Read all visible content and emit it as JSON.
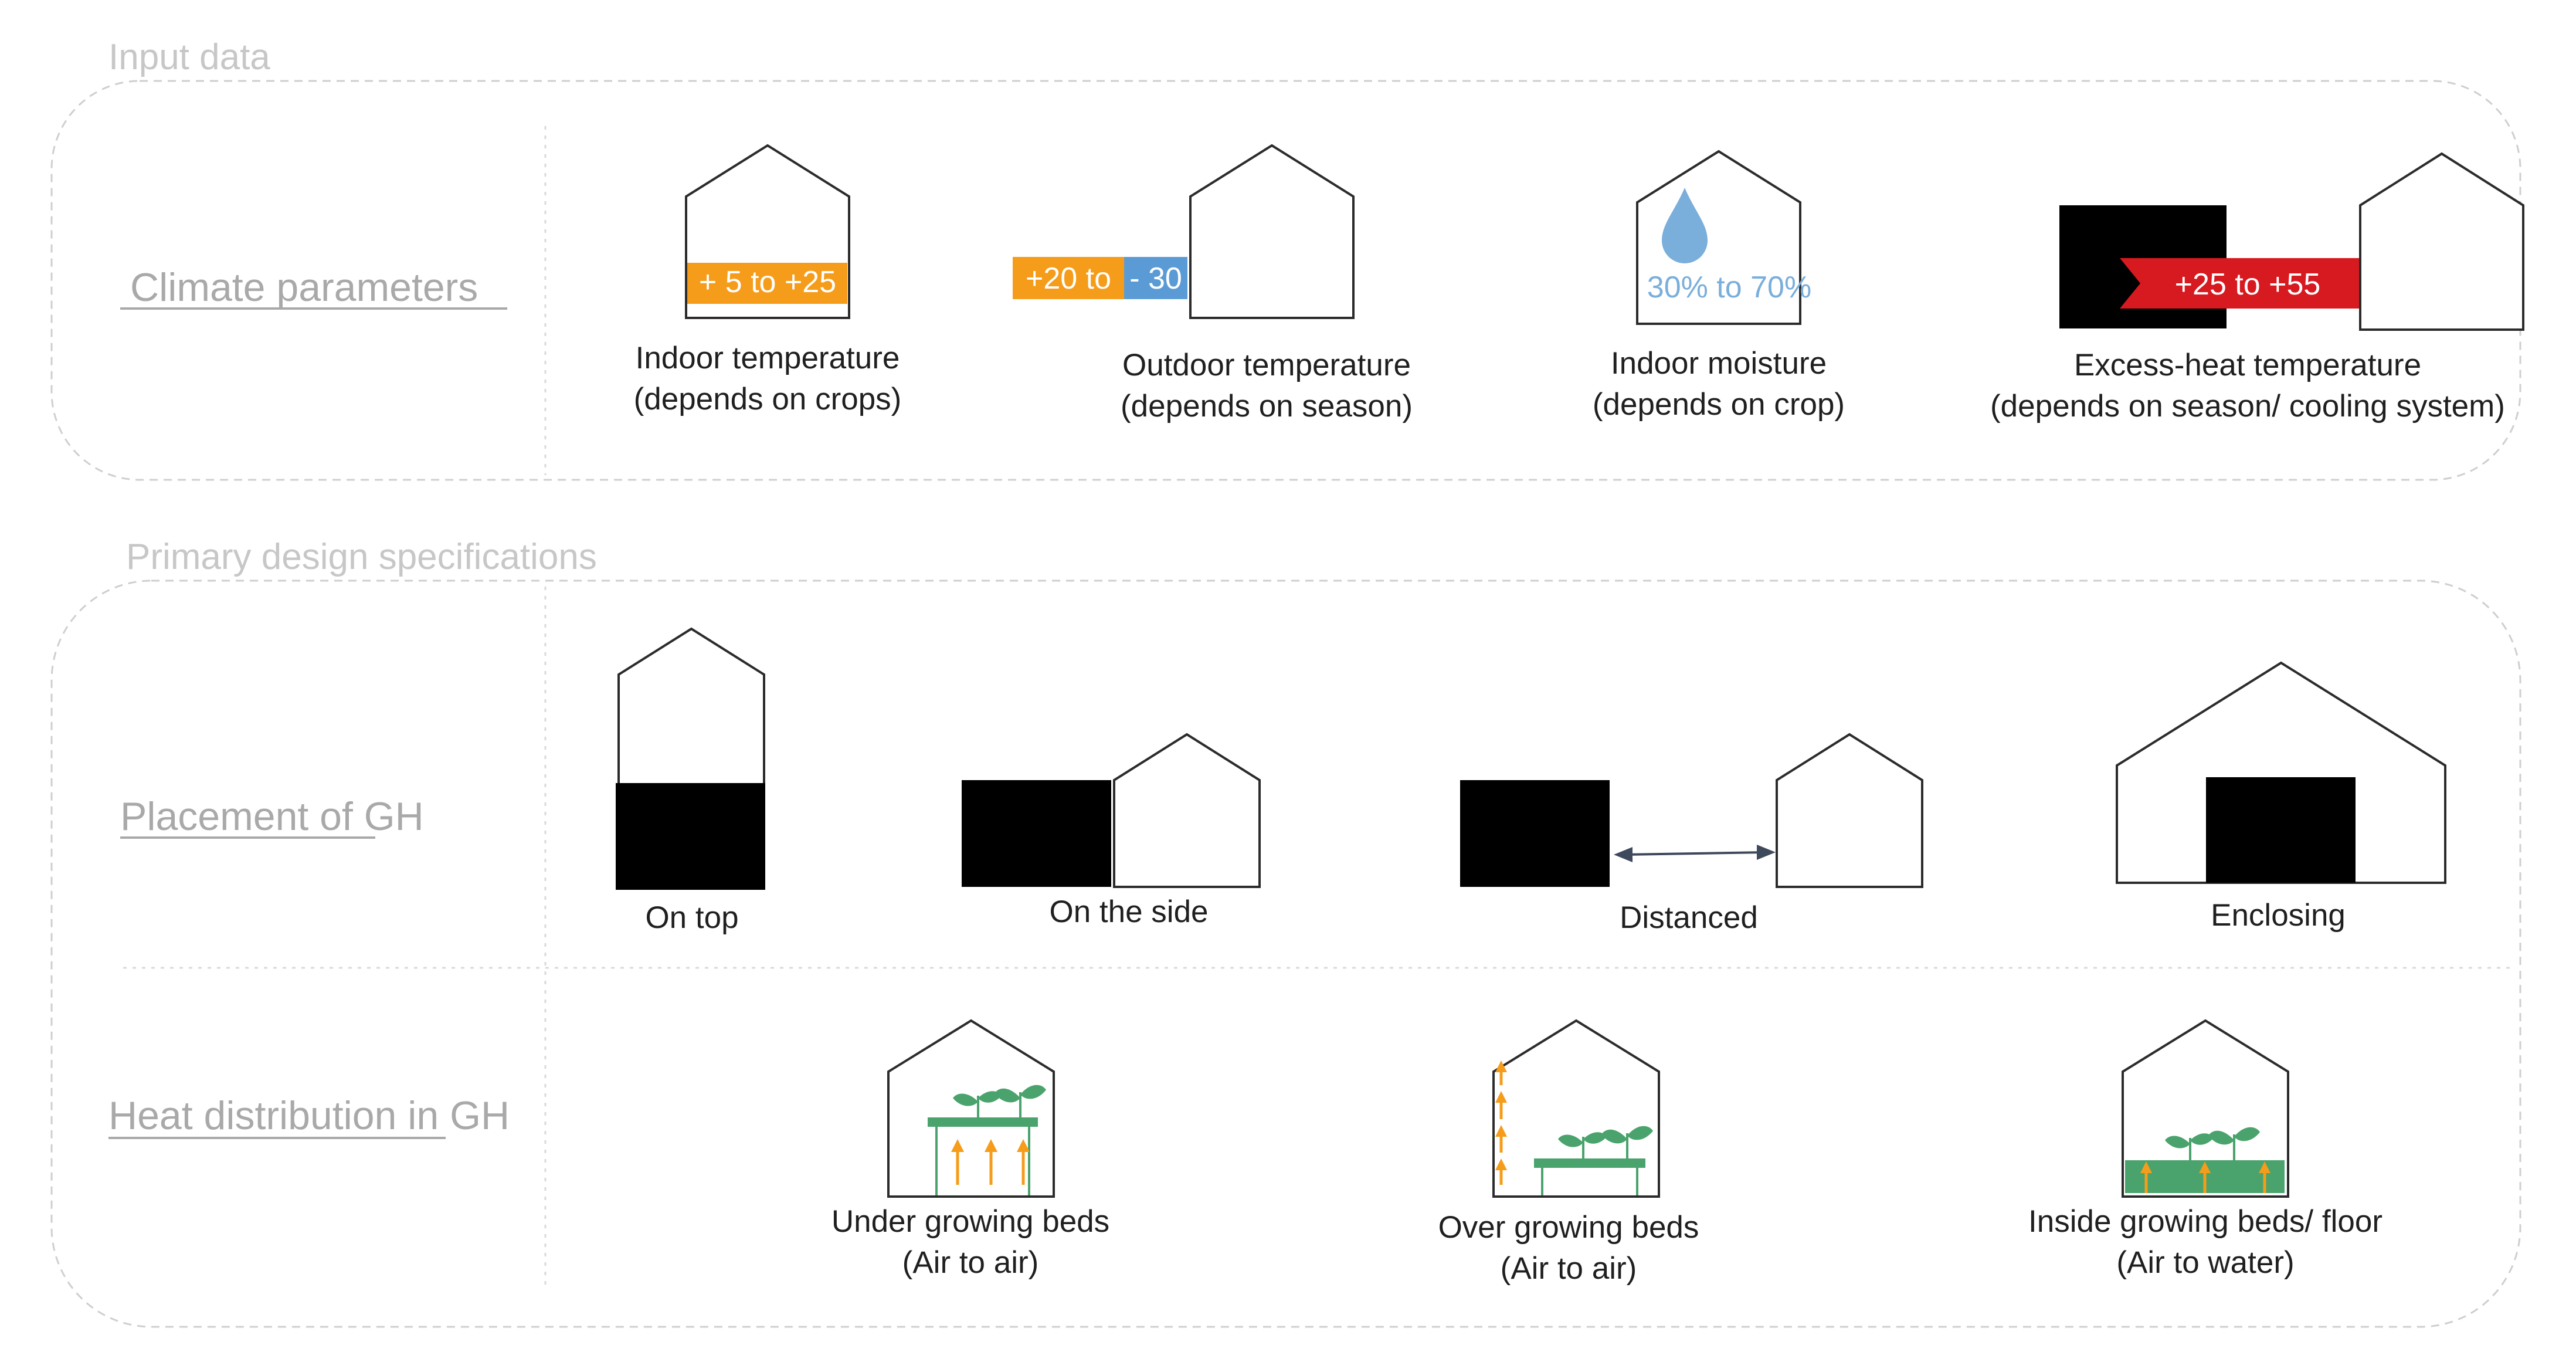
{
  "sections": {
    "input_title": "Input data",
    "primary_title": "Primary design specifications"
  },
  "rows": {
    "climate": "Climate parameters",
    "placement": "Placement of GH",
    "distribution": "Heat distribution in GH"
  },
  "climate": {
    "indoor_temp_value": "+ 5 to +25",
    "indoor_temp_caption1": "Indoor temperature",
    "indoor_temp_caption2": "(depends on crops)",
    "outdoor_temp_value_a": "+20 to",
    "outdoor_temp_value_b": "- 30",
    "outdoor_temp_caption1": "Outdoor temperature",
    "outdoor_temp_caption2": "(depends on season)",
    "moisture_value": "30% to 70%",
    "moisture_caption1": "Indoor moisture",
    "moisture_caption2": "(depends on crop)",
    "excess_value": "+25 to +55",
    "excess_caption1": "Excess-heat temperature",
    "excess_caption2": "(depends on season/ cooling system)"
  },
  "placement": {
    "on_top": "On top",
    "on_side": "On the side",
    "distanced": "Distanced",
    "enclosing": "Enclosing"
  },
  "distribution": {
    "under_caption1": "Under  growing beds",
    "under_caption2": "(Air to air)",
    "over_caption1": "Over growing beds",
    "over_caption2": "(Air to air)",
    "inside_caption1": "Inside growing beds/ floor",
    "inside_caption2": "(Air to water)"
  },
  "colors": {
    "orange": "#f59c1a",
    "blue": "#5b9bd5",
    "water_blue": "#7aaedb",
    "red": "#d71920",
    "green": "#4aa36c",
    "black": "#000000"
  }
}
